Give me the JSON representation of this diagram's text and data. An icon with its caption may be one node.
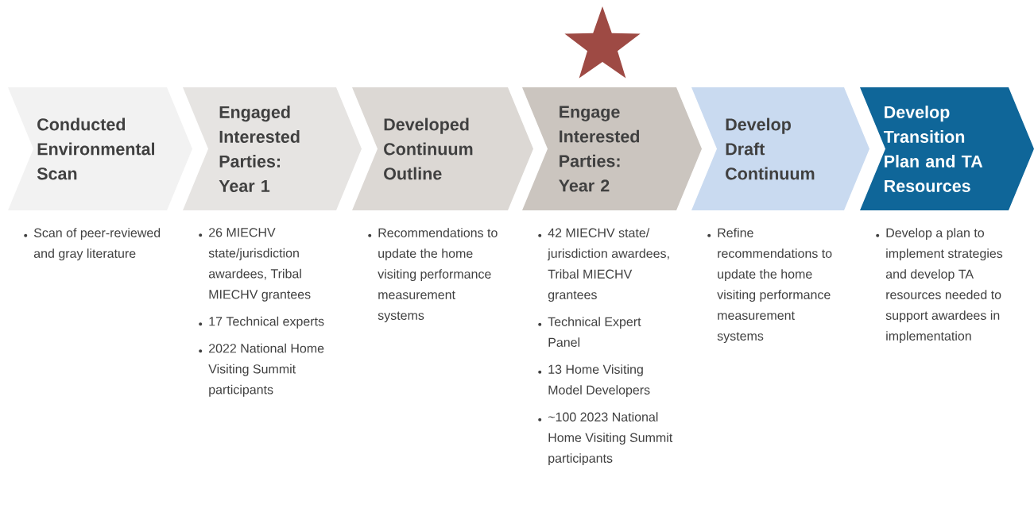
{
  "diagram": {
    "nodes": [
      {
        "text": [
          "Conducted Environmental Scan"
        ],
        "beside": [
          "Scan of peer-reviewed and gray literature"
        ]
      },
      {
        "text": [
          "Engaged Interested Parties: Year 1"
        ],
        "beside": [
          "26 MIECHV state/jurisdiction awardees, Tribal MIECHV grantees",
          "17 Technical experts",
          "2022 National Home Visiting Summit participants"
        ]
      },
      {
        "text": [
          "Developed Continuum Outline"
        ],
        "beside": [
          "Recommendations to update the home visiting performance measurement systems"
        ]
      },
      {
        "text": [
          "Engage Interested Parties: Year 2"
        ],
        "beside": [
          "42 MIECHV state/ jurisdiction awardees, Tribal MIECHV grantees",
          "Technical Expert Panel",
          "13 Home Visiting Model Developers",
          "~100 2023 National Home Visiting Summit participants"
        ]
      },
      {
        "text": [
          "Develop Draft Continuum"
        ],
        "beside": [
          "Refine recommendations to update the home visiting performance measurement systems"
        ]
      },
      {
        "text": [
          "Develop Transition Plan and TA Resources"
        ],
        "beside": [
          "Develop a plan to implement strategies and develop TA resources needed to support awardees in implementation"
        ]
      }
    ]
  }
}
